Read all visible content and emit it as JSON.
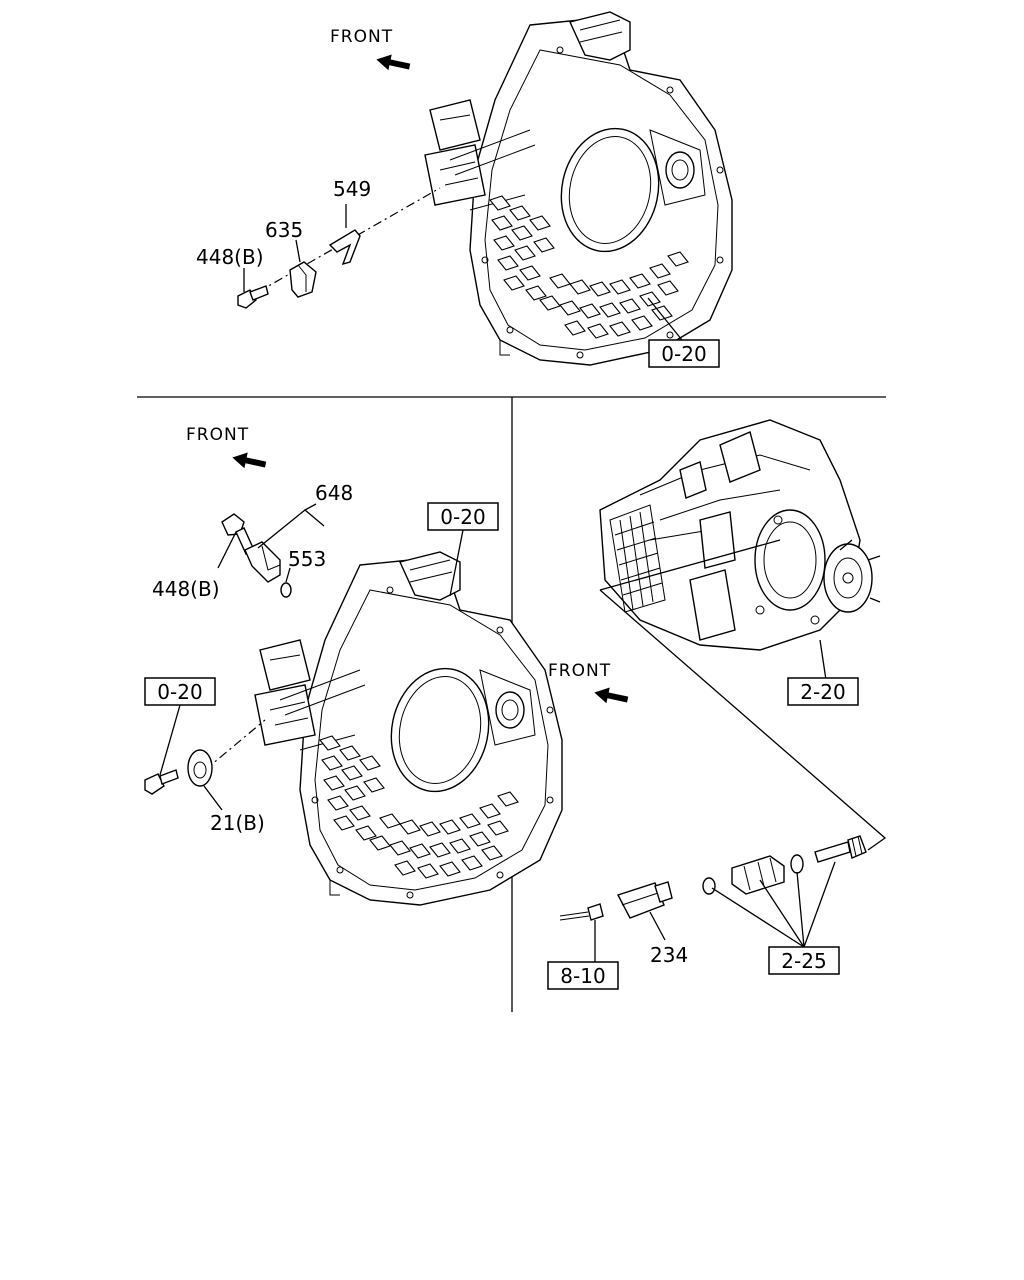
{
  "top_section": {
    "front_label": "FRONT",
    "callouts": [
      "549",
      "635",
      "448(B)"
    ],
    "ref_box": "0-20"
  },
  "left_section": {
    "front_label": "FRONT",
    "callouts": [
      "648",
      "553",
      "448(B)",
      "21(B)"
    ],
    "ref_box_upper": "0-20",
    "ref_box_left": "0-20"
  },
  "right_section": {
    "front_label": "FRONT",
    "callouts": [
      "234"
    ],
    "ref_box_transmission": "2-20",
    "ref_box_kit": "2-25",
    "ref_box_connector": "8-10"
  }
}
